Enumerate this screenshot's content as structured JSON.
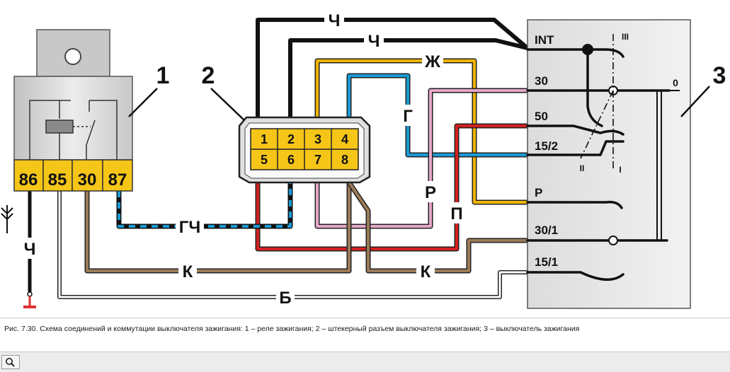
{
  "caption": "Рис. 7.30. Схема соединений и коммутации выключателя зажигания: 1 – реле зажигания; 2 – штекерный разъем выключателя зажигания; 3 – выключатель зажигания",
  "callouts": {
    "relay": "1",
    "connector": "2",
    "switch": "3"
  },
  "relay": {
    "pins": [
      "86",
      "85",
      "30",
      "87"
    ]
  },
  "connector": {
    "pins": [
      "1",
      "2",
      "3",
      "4",
      "5",
      "6",
      "7",
      "8"
    ]
  },
  "switch": {
    "terminals": [
      "INT",
      "30",
      "50",
      "15/2",
      "Р",
      "30/1",
      "15/1"
    ],
    "positions": {
      "zero": "0",
      "one": "I",
      "two": "II",
      "three": "III"
    }
  },
  "wires": {
    "top_black_1": "Ч",
    "top_black_2": "Ч",
    "yellow": "Ж",
    "blue": "Г",
    "pink": "Р",
    "red": "П",
    "blue_black": "ГЧ",
    "brown_left": "К",
    "brown_right": "К",
    "white": "Б",
    "ground_black": "Ч"
  },
  "colors": {
    "black": "#1a1a1a",
    "yellow": "#f0b400",
    "blue": "#1a9ad6",
    "pink": "#e6a6c8",
    "red": "#d42020",
    "brown": "#9c7b58",
    "white": "#ffffff",
    "pin_fill": "#f5c518",
    "ground": "#e03030"
  }
}
